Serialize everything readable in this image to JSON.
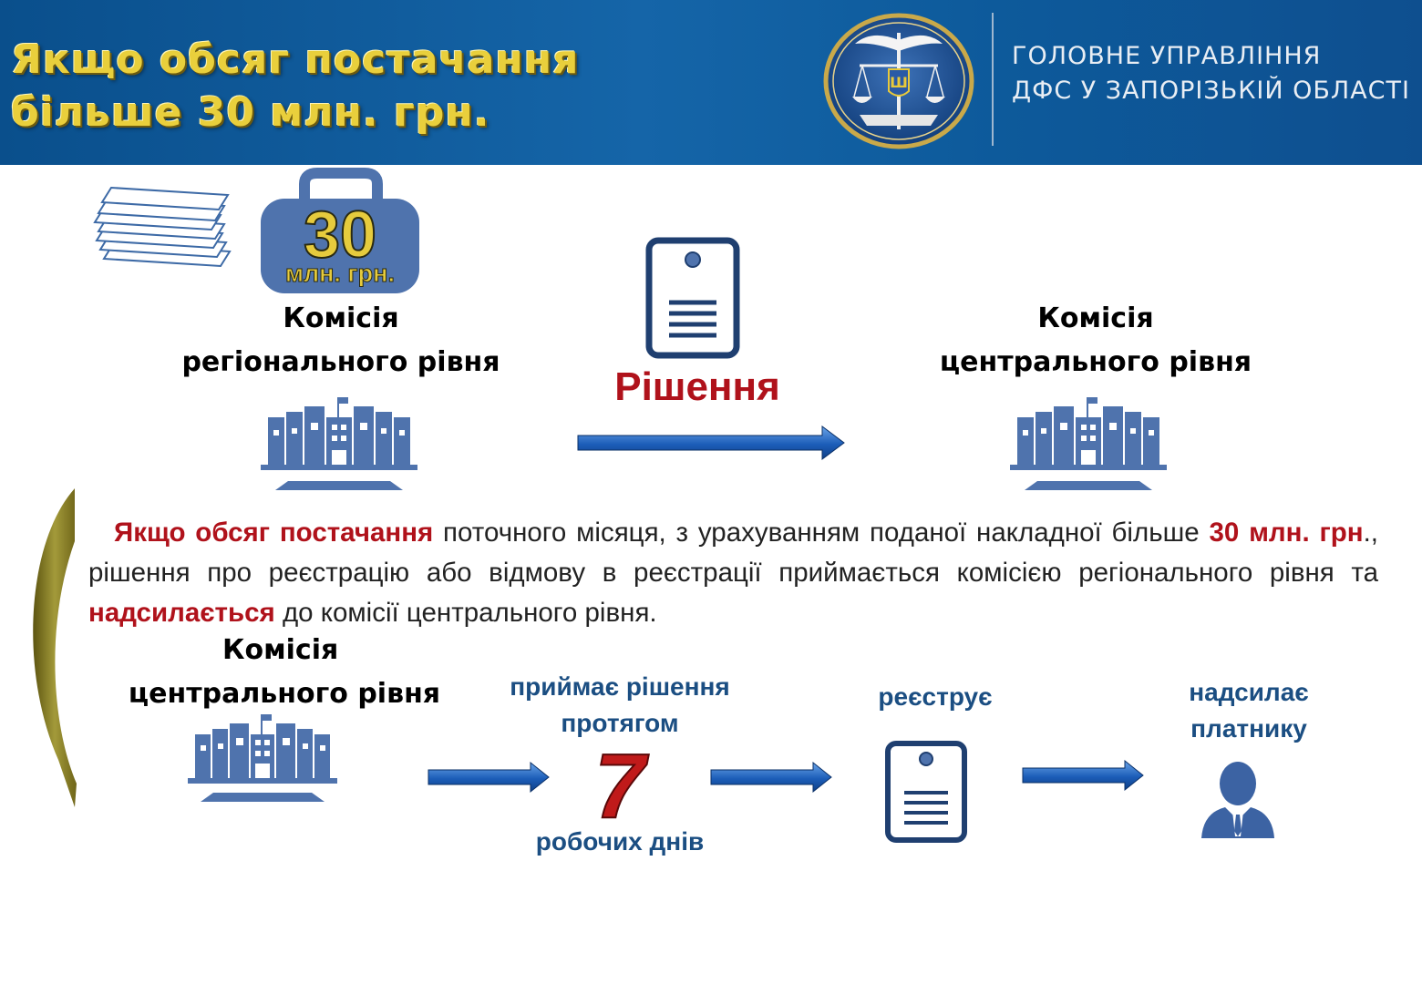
{
  "header": {
    "title_line1": "Якщо обсяг постачання",
    "title_line2": "більше 30 млн. грн.",
    "org_line1": "ГОЛОВНЕ УПРАВЛІННЯ",
    "org_line2": "ДФС У ЗАПОРІЗЬКІЙ ОБЛАСТІ"
  },
  "badge": {
    "number": "30",
    "unit": "млн. грн."
  },
  "top_flow": {
    "regional_line1": "Комісія",
    "regional_line2": "регіонального рівня",
    "decision": "Рішення",
    "central_line1": "Комісія",
    "central_line2": "центрального рівня"
  },
  "paragraph": {
    "part1": "Якщо обсяг постачання",
    "part2": " поточного місяця, з урахуванням поданої накладної більше ",
    "part3": "30 млн. грн",
    "part4": "., рішення про реєстрацію або відмову в реєстрації приймається комісією регіонального рівня та ",
    "part5": "надсилається",
    "part6": " до комісії центрального рівня."
  },
  "bottom_flow": {
    "central_line1": "Комісія",
    "central_line2": "центрального рівня",
    "step1_line1": "приймає рішення",
    "step1_line2": "протягом",
    "days_number": "7",
    "days_label": "робочих днів",
    "step2": "реєструє",
    "step3_line1": "надсилає",
    "step3_line2": "платнику"
  },
  "colors": {
    "header_blue": "#0f5a9a",
    "title_gold": "#e9cf3c",
    "accent_red": "#b0121b",
    "icon_blue": "#4f73ad",
    "label_blue": "#1b4e82"
  },
  "icons": [
    "emblem-icon",
    "money-stack-icon",
    "briefcase-icon",
    "document-icon",
    "building-icon",
    "arrow-right-icon",
    "person-icon"
  ]
}
